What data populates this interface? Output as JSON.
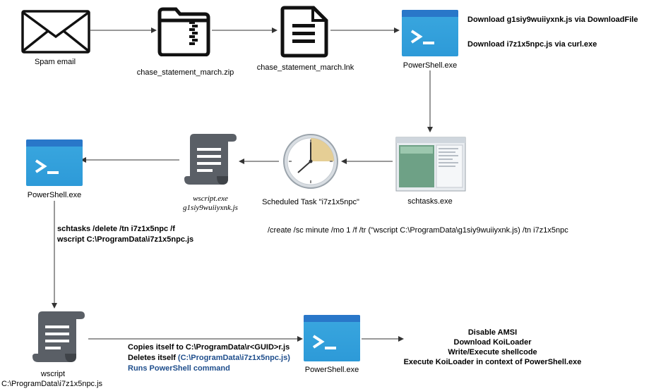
{
  "nodes": {
    "spam_email": {
      "label": "Spam email"
    },
    "zip": {
      "label": "chase_statement_march.zip"
    },
    "lnk": {
      "label": "chase_statement_march.lnk"
    },
    "ps1": {
      "label": "PowerShell.exe"
    },
    "schtasks": {
      "label": "schtasks.exe"
    },
    "task": {
      "label": "Scheduled Task \"i7z1x5npc\""
    },
    "wscript_exe": {
      "line1": "wscript.exe",
      "line2": "g1siy9wuiiyxnk.js"
    },
    "ps2": {
      "label": "PowerShell.exe"
    },
    "wscript_js": {
      "line1": "wscript",
      "line2": "C:\\ProgramData\\i7z1x5npc.js"
    },
    "ps3": {
      "label": "PowerShell.exe"
    }
  },
  "annotations": {
    "downloads": [
      "Download g1siy9wuiiyxnk.js via DownloadFile",
      "Download i7z1x5npc.js via curl.exe"
    ],
    "create_cmd": "/create /sc minute /mo 1 /f /tr (\"wscript C:\\ProgramData\\g1siy9wuiiyxnk.js) /tn i7z1x5npc",
    "ps2_cmds": [
      "schtasks /delete /tn i7z1x5npc /f",
      "wscript C:\\ProgramData\\i7z1x5npc.js"
    ],
    "copy_actions": [
      "Copies itself to C:\\ProgramData\\r<GUID>r.js",
      "Deletes itself (C:\\ProgramData\\i7z1x5npc.js)",
      "Runs PowerShell command"
    ],
    "final_actions": [
      "Disable AMSI",
      "Download KoiLoader",
      "Write/Execute shellcode",
      "Execute KoiLoader in context of PowerShell.exe"
    ]
  },
  "colors": {
    "icon_dark": "#111111",
    "scroll_gray": "#5a5f66",
    "ps_blue": "#2d9ad8",
    "ps_topbar": "#2977c9",
    "annotation_blue": "#1f4e8c",
    "arrow": "#333333"
  },
  "icons": [
    "mail-icon",
    "zip-folder-icon",
    "document-icon",
    "powershell-icon",
    "window-app-icon",
    "clock-icon",
    "scroll-icon"
  ]
}
